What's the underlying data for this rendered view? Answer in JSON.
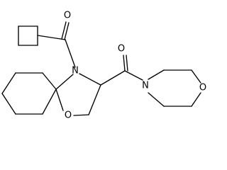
{
  "molecule": {
    "atoms": {
      "ketone_oxygen": "O",
      "amide_oxygen": "O",
      "ring_nitrogen": "N",
      "morpholine_nitrogen": "N",
      "morpholine_oxygen": "O",
      "ring_oxygen": "O"
    },
    "colors": {
      "bond": "#000000",
      "label": "#000000",
      "background": "#ffffff"
    }
  }
}
